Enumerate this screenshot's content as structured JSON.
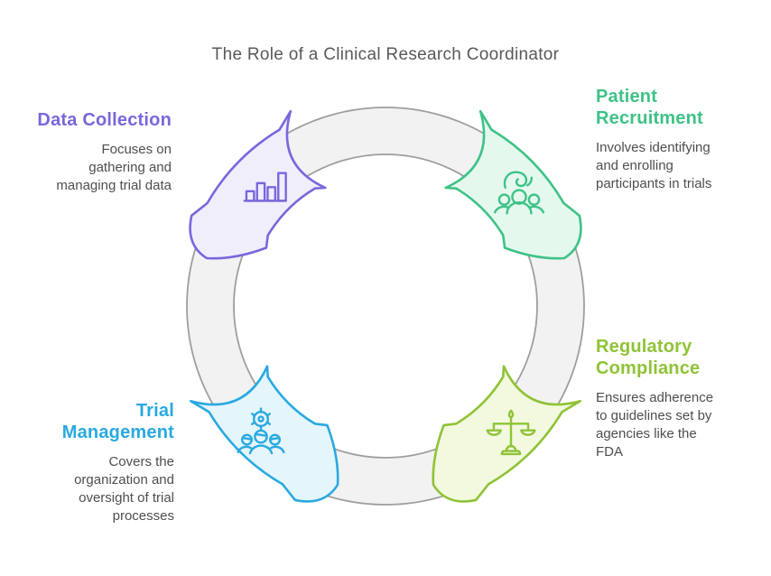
{
  "title": "The Role of a Clinical Research Coordinator",
  "ring": {
    "fill": "#F2F2F2",
    "stroke": "#9E9E9E"
  },
  "items": [
    {
      "id": "data-collection",
      "label": "Data Collection",
      "description": "Focuses on gathering and managing trial data",
      "icon": "bar-chart-icon",
      "accent_color": "#7A66DD",
      "fill_color": "#F1EEFB",
      "position": "top-left"
    },
    {
      "id": "patient-recruitment",
      "label": "Patient Recruitment",
      "description": "Involves identifying and enrolling participants in trials",
      "icon": "people-hand-icon",
      "accent_color": "#3EC286",
      "fill_color": "#E4F8EE",
      "position": "top-right"
    },
    {
      "id": "trial-management",
      "label": "Trial Management",
      "description": "Covers the organization and oversight of trial processes",
      "icon": "gear-team-icon",
      "accent_color": "#29A9E0",
      "fill_color": "#E4F5FC",
      "position": "bottom-left"
    },
    {
      "id": "regulatory-compliance",
      "label": "Regulatory Compliance",
      "description": "Ensures adherence to guidelines set by agencies like the FDA",
      "icon": "scales-icon",
      "accent_color": "#8FC336",
      "fill_color": "#F2F9DF",
      "position": "bottom-right"
    }
  ]
}
